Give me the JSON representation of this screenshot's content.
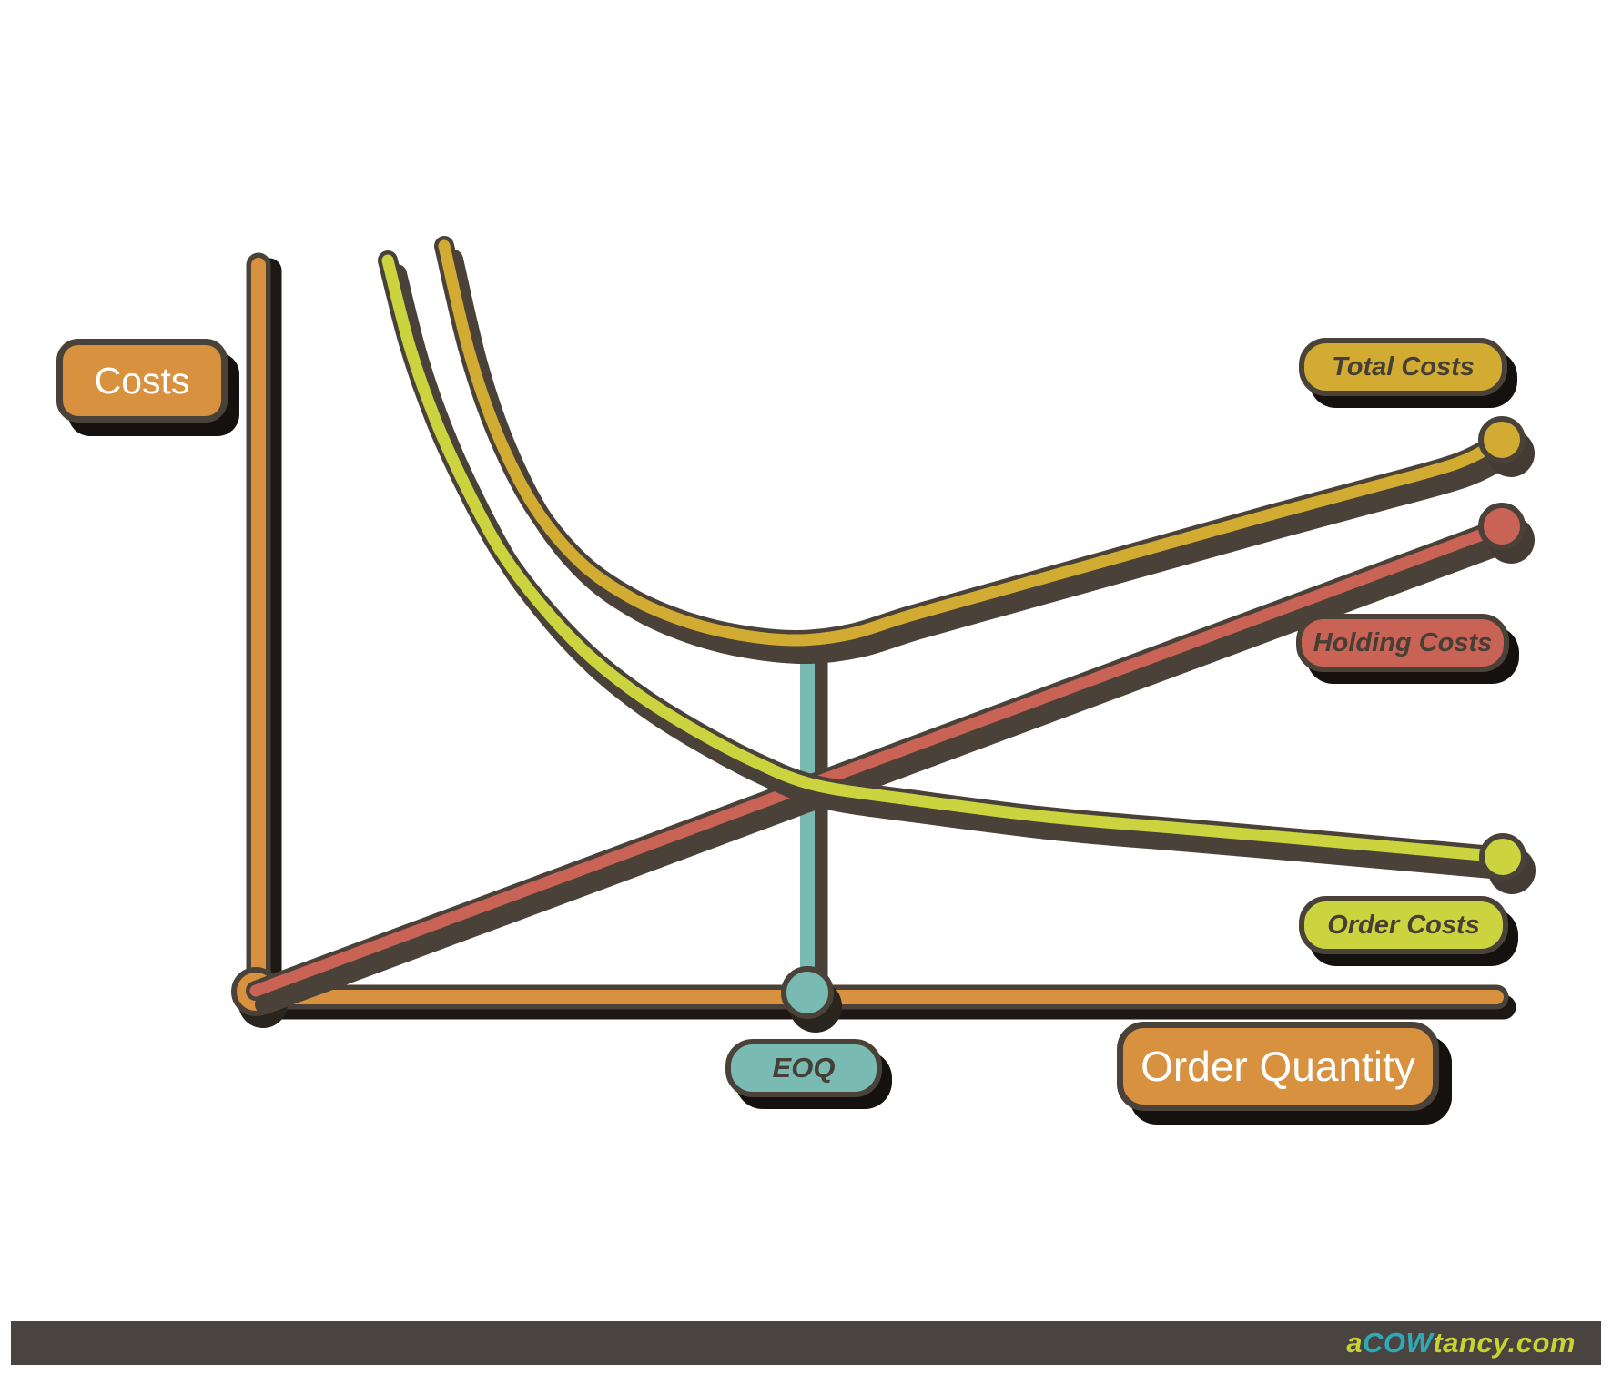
{
  "labels": {
    "costs": "Costs",
    "order_quantity": "Order Quantity",
    "total_costs": "Total Costs",
    "holding_costs": "Holding Costs",
    "order_costs": "Order Costs",
    "eoq": "EOQ"
  },
  "footer": {
    "bar_color": "#494440",
    "logo": {
      "prefix": "a",
      "cow": "COW",
      "suffix": "tancy.com",
      "prefix_color": "#c9d32f",
      "cow_color": "#2fa9b8",
      "suffix_color": "#c9d32f"
    }
  },
  "colors": {
    "orange": "#d7913f",
    "gold": "#d2ab33",
    "red": "#c96355",
    "green": "#cbd43f",
    "teal": "#79bab2",
    "outline": "#4a4239",
    "hard_shadow": "#1d1813",
    "soft_shadow": "#4a4239"
  },
  "chart_data": {
    "type": "line",
    "title": "",
    "xlabel": "Order Quantity",
    "ylabel": "Costs",
    "grid": false,
    "numeric_axes": false,
    "legend": [
      "Total Costs",
      "Holding Costs",
      "Order Costs"
    ],
    "legend_position": "right, stacked beside each curve endpoint",
    "annotations": [
      {
        "label": "EOQ",
        "type": "vertical-marker",
        "at": "x of Total Costs minimum"
      }
    ],
    "series": [
      {
        "name": "Total Costs",
        "shape": "U-shaped: falls steeply, minimum above EOQ, then rises linearly"
      },
      {
        "name": "Holding Costs",
        "shape": "straight line rising from origin"
      },
      {
        "name": "Order Costs",
        "shape": "hyperbolic decline flattening to the right"
      }
    ],
    "render": {
      "outline_color": "#4a4239",
      "layers": [
        {
          "kind": "line",
          "name": "y-axis",
          "color": "#d7913f",
          "points": [
            [
              284,
              1090
            ],
            [
              284,
              291
            ]
          ],
          "core": 16,
          "outline": 27,
          "cap": "round",
          "smooth": false,
          "shadow": {
            "dx": 12,
            "dy": 6,
            "color": "#1d1813",
            "width": 27
          }
        },
        {
          "kind": "line",
          "name": "x-axis",
          "color": "#d7913f",
          "points": [
            [
              280,
              1095
            ],
            [
              1644,
              1095
            ]
          ],
          "core": 16,
          "outline": 27,
          "cap": "round",
          "smooth": false,
          "shadow": {
            "dx": 8,
            "dy": 11,
            "color": "#1d1813",
            "width": 27
          }
        },
        {
          "kind": "dot",
          "name": "origin-dot",
          "color": "#d7913f",
          "x": 281,
          "y": 1089,
          "r": 24,
          "sdx": 8,
          "sdy": 13,
          "scolor": "#2a241f"
        },
        {
          "kind": "line",
          "name": "eoq-marker-line",
          "color": "#79bab2",
          "points": [
            [
              887,
              700
            ],
            [
              887,
              1088
            ]
          ],
          "core": 16,
          "outline": 0,
          "cap": "butt",
          "smooth": false,
          "shadow": {
            "dx": 15,
            "dy": 2,
            "color": "#4a4239",
            "width": 15
          }
        },
        {
          "kind": "dot",
          "name": "eoq-dot",
          "color": "#79bab2",
          "x": 887,
          "y": 1090,
          "r": 26,
          "sdx": 9,
          "sdy": 15,
          "scolor": "#2a241f"
        },
        {
          "kind": "line",
          "name": "holding-costs-line",
          "color": "#c96355",
          "points": [
            [
              281,
              1088
            ],
            [
              1650,
              579
            ]
          ],
          "core": 13,
          "outline": 22,
          "cap": "round",
          "smooth": false,
          "shadow": {
            "dx": 10,
            "dy": 15,
            "color": "#4a4239",
            "width": 22
          },
          "dot": {
            "x": 1650,
            "y": 578,
            "r": 23,
            "sdx": 10,
            "sdy": 15,
            "scolor": "#443c34"
          }
        },
        {
          "kind": "line",
          "name": "order-costs-curve",
          "color": "#cbd43f",
          "points": [
            [
              426,
              286
            ],
            [
              450,
              380
            ],
            [
              478,
              460
            ],
            [
              512,
              535
            ],
            [
              550,
              605
            ],
            [
              595,
              665
            ],
            [
              645,
              718
            ],
            [
              700,
              762
            ],
            [
              760,
              800
            ],
            [
              828,
              836
            ],
            [
              895,
              862
            ],
            [
              1000,
              878
            ],
            [
              1150,
              897
            ],
            [
              1300,
              910
            ],
            [
              1450,
              923
            ],
            [
              1651,
              941
            ]
          ],
          "core": 13,
          "outline": 22,
          "cap": "round",
          "smooth": true,
          "shadow": {
            "dx": 10,
            "dy": 15,
            "color": "#4a4239",
            "width": 22
          },
          "dot": {
            "x": 1651,
            "y": 941,
            "r": 23,
            "sdx": 10,
            "sdy": 15,
            "scolor": "#443c34"
          }
        },
        {
          "kind": "line",
          "name": "total-costs-curve",
          "color": "#d2ab33",
          "points": [
            [
              488,
              270
            ],
            [
              515,
              385
            ],
            [
              547,
              478
            ],
            [
              588,
              558
            ],
            [
              638,
              618
            ],
            [
              694,
              657
            ],
            [
              752,
              682
            ],
            [
              812,
              697
            ],
            [
              876,
              703
            ],
            [
              935,
              696
            ],
            [
              1000,
              676
            ],
            [
              1100,
              648
            ],
            [
              1200,
              620
            ],
            [
              1300,
              592
            ],
            [
              1400,
              564
            ],
            [
              1500,
              537
            ],
            [
              1600,
              509
            ],
            [
              1650,
              483
            ]
          ],
          "core": 13,
          "outline": 22,
          "cap": "round",
          "smooth": true,
          "shadow": {
            "dx": 10,
            "dy": 15,
            "color": "#4a4239",
            "width": 22
          },
          "dot": {
            "x": 1650,
            "y": 483,
            "r": 23,
            "sdx": 10,
            "sdy": 15,
            "scolor": "#443c34"
          }
        }
      ]
    }
  }
}
